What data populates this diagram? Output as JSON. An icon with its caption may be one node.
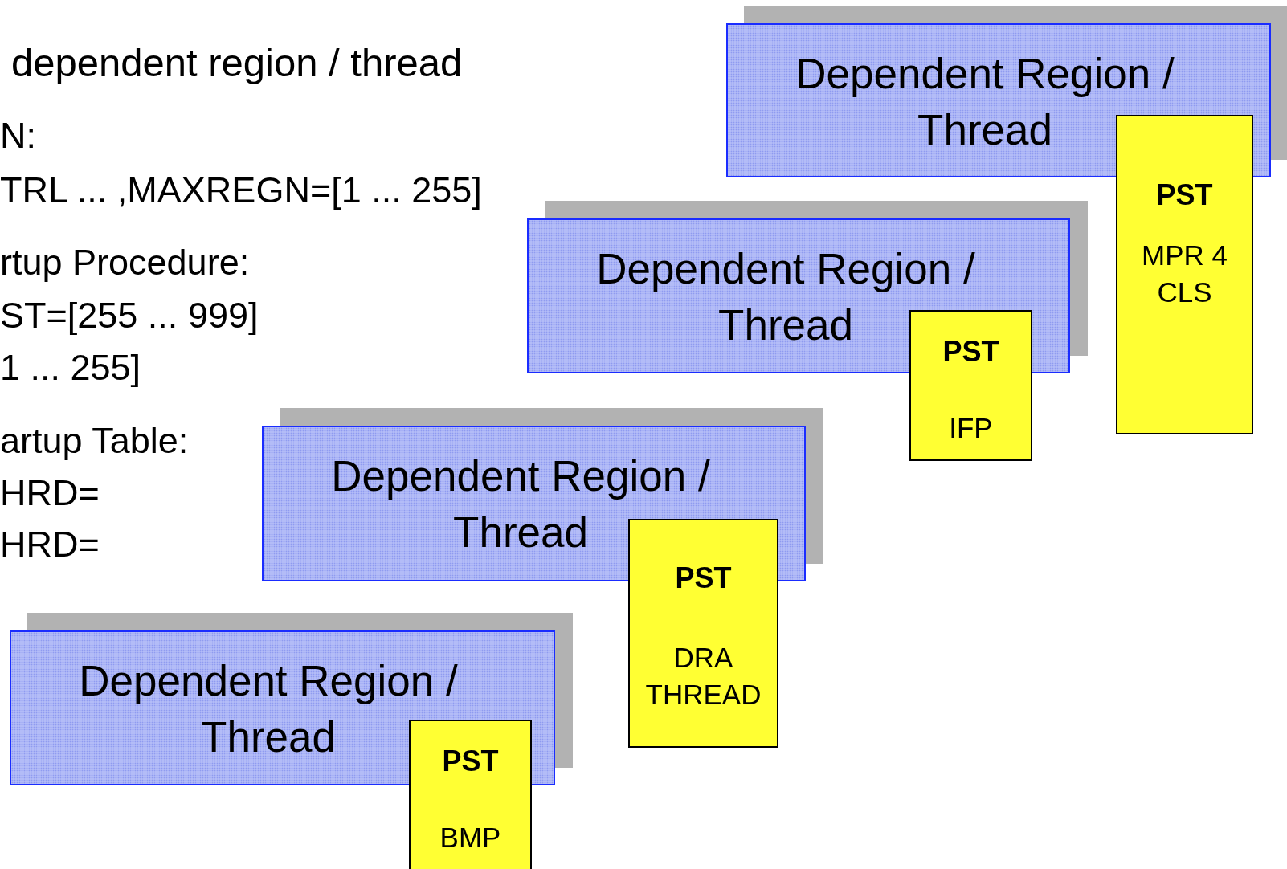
{
  "diagram": {
    "nodes": [
      {
        "text": [
          "Dependent Region / Thread"
        ]
      },
      {
        "text": [
          "PST",
          "MPR 4 CLS"
        ]
      },
      {
        "text": [
          "Dependent Region / Thread"
        ]
      },
      {
        "text": [
          "PST",
          "IFP"
        ]
      },
      {
        "text": [
          "Dependent Region / Thread"
        ]
      },
      {
        "text": [
          "PST",
          "DRA THREAD"
        ]
      },
      {
        "text": [
          "Dependent Region / Thread"
        ]
      },
      {
        "text": [
          "PST",
          "BMP"
        ]
      }
    ],
    "edges": [],
    "labels": [
      "dependent region / thread",
      "N:",
      "TRL  ... ,MAXREGN=[1 ... 255]",
      "rtup Procedure:",
      "ST=[255 ... 999]",
      "1 ... 255]",
      "artup Table:",
      "HRD=",
      "HRD="
    ]
  }
}
